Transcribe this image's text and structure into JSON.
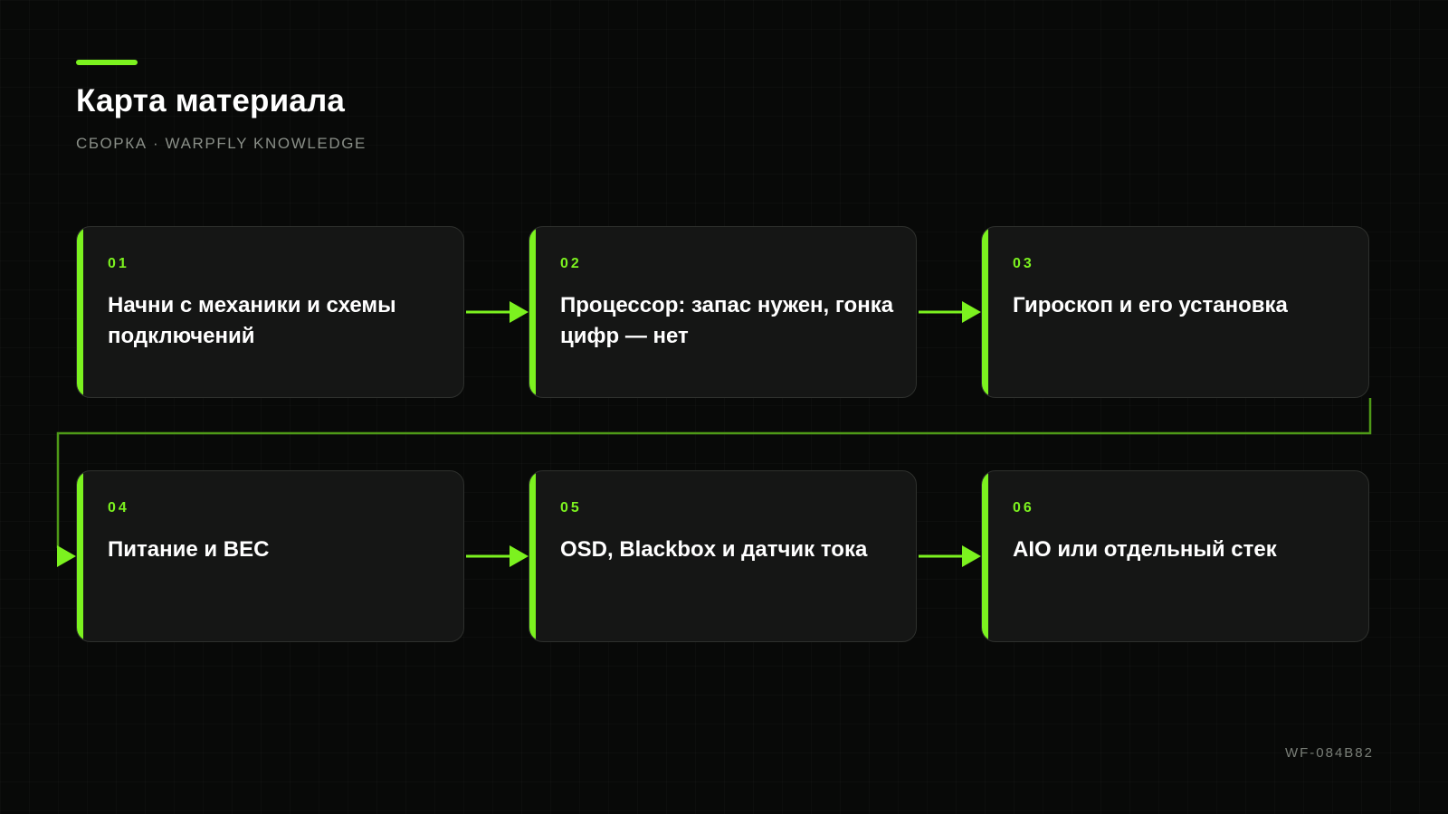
{
  "header": {
    "title": "Карта материала",
    "subtitle": "СБОРКА · WARPFLY KNOWLEDGE"
  },
  "steps": [
    {
      "number": "01",
      "title": "Начни с механики и схемы подключений"
    },
    {
      "number": "02",
      "title": "Процессор: запас нужен, гонка цифр — нет"
    },
    {
      "number": "03",
      "title": "Гироскоп и его установка"
    },
    {
      "number": "04",
      "title": "Питание и BEC"
    },
    {
      "number": "05",
      "title": "OSD, Blackbox и датчик тока"
    },
    {
      "number": "06",
      "title": "AIO или отдельный стек"
    }
  ],
  "footer": {
    "code": "WF-084B82"
  },
  "colors": {
    "accent": "#7cf21f",
    "connector_dim": "#4e9a17",
    "card_bg": "#151615",
    "background": "#080908"
  }
}
